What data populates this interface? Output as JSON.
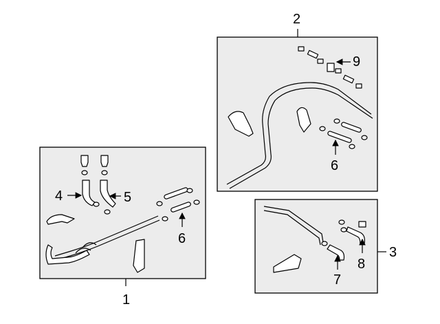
{
  "diagram": {
    "callouts": {
      "assembly_1": "1",
      "assembly_2": "2",
      "assembly_3": "3",
      "hose_4": "4",
      "hose_5": "5",
      "hose_6_box1": "6",
      "hose_6_box2": "6",
      "hose_7": "7",
      "hose_8": "8",
      "connector_9": "9"
    }
  }
}
